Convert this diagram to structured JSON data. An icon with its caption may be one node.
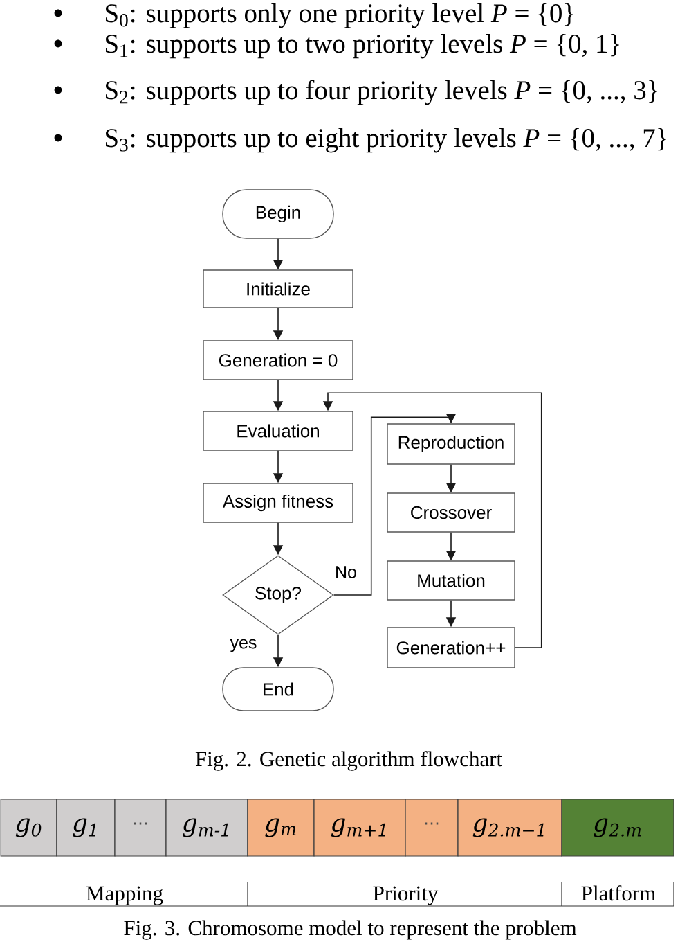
{
  "diagram": {
    "nodes": [
      {
        "text": [
          "Begin"
        ]
      },
      {
        "text": [
          "Initialize"
        ]
      },
      {
        "text": [
          "Generation = 0"
        ]
      },
      {
        "text": [
          "Evaluation"
        ]
      },
      {
        "text": [
          "Assign fitness"
        ]
      },
      {
        "text": [
          "Stop?"
        ]
      },
      {
        "text": [
          "End"
        ]
      },
      {
        "text": [
          "Reproduction"
        ]
      },
      {
        "text": [
          "Crossover"
        ]
      },
      {
        "text": [
          "Mutation"
        ]
      },
      {
        "text": [
          "Generation++"
        ]
      },
      {
        "text": [
          "g$_{0}$"
        ]
      },
      {
        "text": [
          "g$_{1}$"
        ]
      },
      {
        "text": [
          "⋯"
        ]
      },
      {
        "text": [
          "g$_{m-1}$"
        ]
      },
      {
        "text": [
          "g$_{m}$"
        ]
      },
      {
        "text": [
          "g$_{m+1}$"
        ]
      },
      {
        "text": [
          "⋯"
        ]
      },
      {
        "text": [
          "g$_{2.m−1}$"
        ]
      },
      {
        "text": [
          "g$_{2.m}$"
        ]
      }
    ],
    "edges": [
      {
        "from": 0,
        "to": 1,
        "arrow": "to"
      },
      {
        "from": 1,
        "to": 2,
        "arrow": "to"
      },
      {
        "from": 2,
        "to": 3,
        "arrow": "to"
      },
      {
        "from": 3,
        "to": 4,
        "arrow": "to"
      },
      {
        "from": 4,
        "to": 5,
        "arrow": "to"
      },
      {
        "from": 5,
        "to": 6,
        "arrow": "to",
        "label": "yes"
      },
      {
        "from": 5,
        "to": 7,
        "arrow": "to",
        "label": "No"
      },
      {
        "from": 7,
        "to": 8,
        "arrow": "to"
      },
      {
        "from": 8,
        "to": 9,
        "arrow": "to"
      },
      {
        "from": 9,
        "to": 10,
        "arrow": "to"
      },
      {
        "from": 10,
        "to": 3,
        "arrow": "to"
      }
    ],
    "labels": [
      "S$_{0}$: supports only one priority level *P* = {0}",
      "S$_{1}$: supports up to two priority levels *P* = {0, 1}",
      "S$_{2}$: supports up to four priority levels *P* = {0, ..., 3}",
      "S$_{3}$: supports up to eight priority levels *P* = {0, ..., 7}",
      "Fig. 2. Genetic algorithm flowchart",
      "Mapping",
      "Priority",
      "Platform",
      "Fig. 3. Chromosome model to represent the problem"
    ]
  }
}
